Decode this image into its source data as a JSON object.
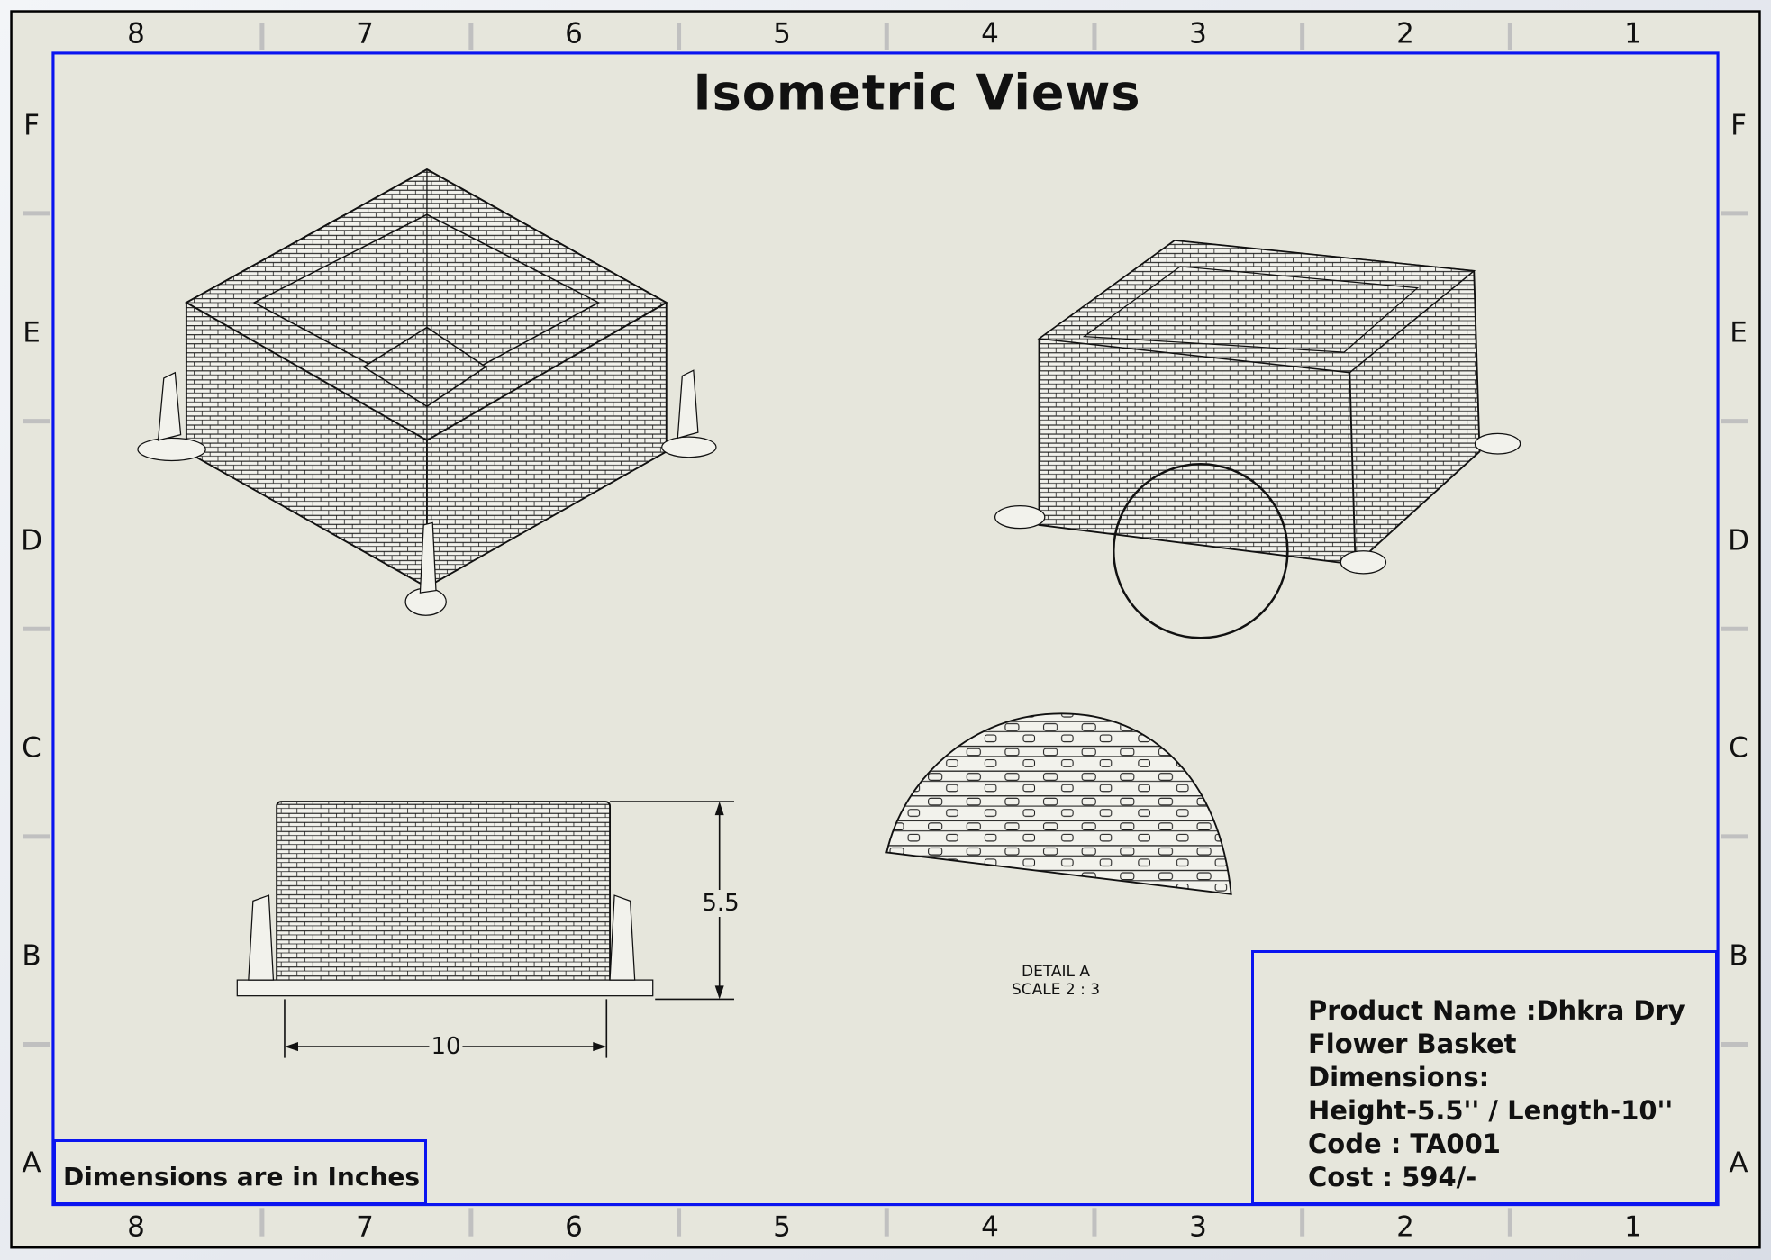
{
  "sheet": {
    "title": "Isometric Views",
    "columns": [
      "8",
      "7",
      "6",
      "5",
      "4",
      "3",
      "2",
      "1"
    ],
    "rows": [
      "F",
      "E",
      "D",
      "C",
      "B",
      "A"
    ],
    "colors": {
      "paper": "#e6e6dc",
      "border": "#0a14f0",
      "frame": "#000000",
      "tick": "#c0c0c0"
    }
  },
  "views": {
    "front": {
      "height_dim": "5.5",
      "length_dim": "10"
    },
    "detail": {
      "label": "DETAIL A",
      "scale": "SCALE 2 : 3"
    }
  },
  "note": {
    "text": "Dimensions are in Inches"
  },
  "title_block": {
    "lines": [
      "Product Name :Dhkra Dry",
      "Flower Basket",
      "Dimensions:",
      "Height-5.5'' / Length-10''",
      "Code : TA001",
      "Cost : 594/-"
    ]
  }
}
